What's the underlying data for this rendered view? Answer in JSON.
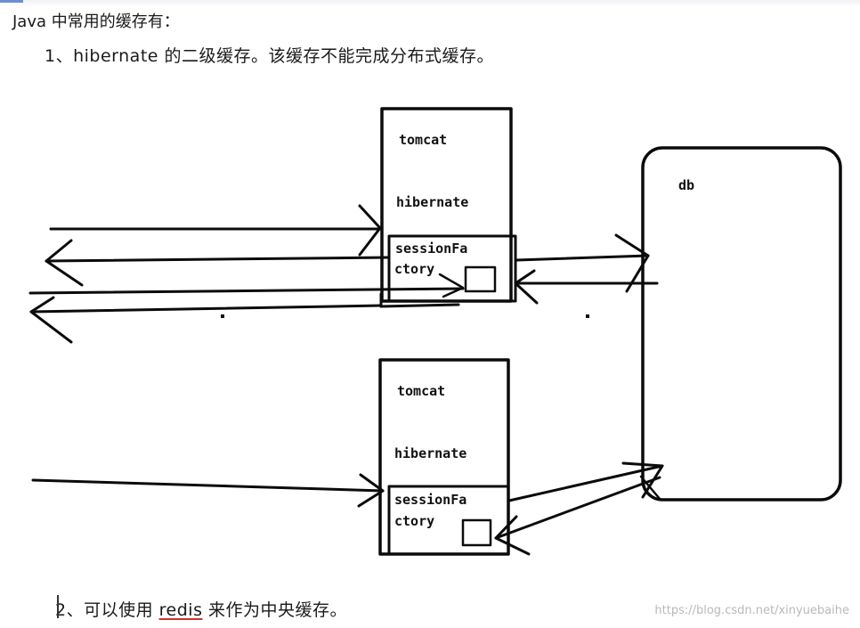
{
  "heading": "Java 中常用的缓存有：",
  "items": {
    "item1": "1、hibernate 的二级缓存。该缓存不能完成分布式缓存。",
    "item2_prefix": "2、可以使用 ",
    "item2_link": "redis",
    "item2_suffix": " 来作为中央缓存。"
  },
  "diagram": {
    "server1": {
      "tomcat": "tomcat",
      "hibernate": "hibernate",
      "session_line1": "sessionFa",
      "session_line2": "ctory"
    },
    "server2": {
      "tomcat": "tomcat",
      "hibernate": "hibernate",
      "session_line1": "sessionFa",
      "session_line2": "ctory"
    },
    "db_label": "db"
  },
  "watermark": "https://blog.csdn.net/xinyuebaihe"
}
